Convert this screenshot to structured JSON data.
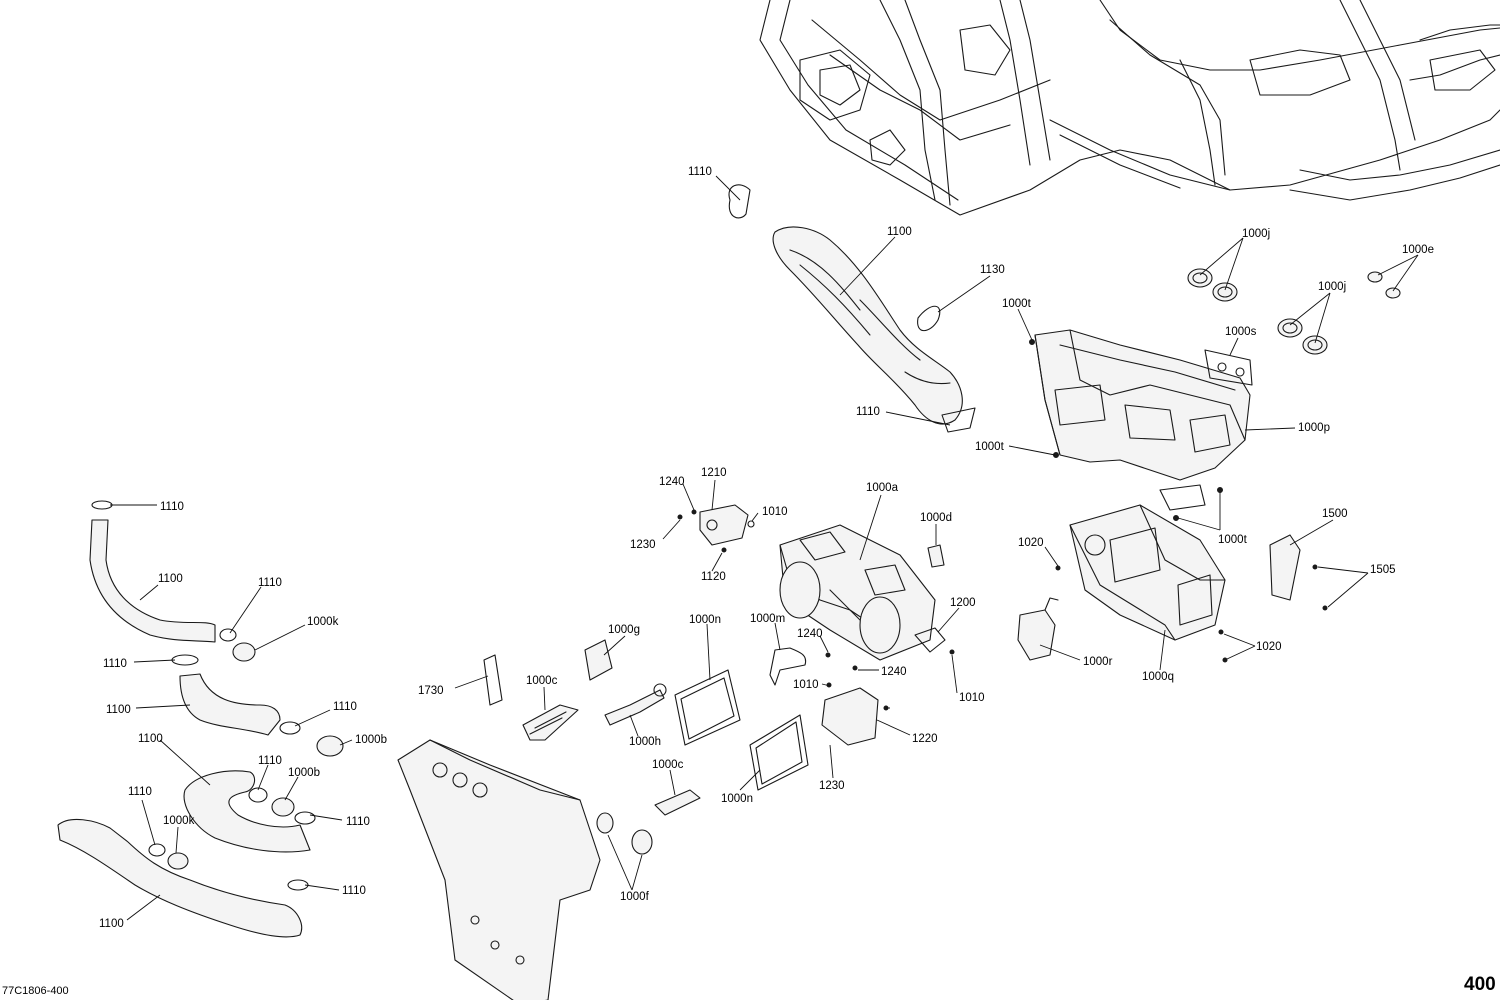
{
  "document": {
    "drawing_code": "77C1806-400",
    "page_number": "400"
  },
  "callouts": [
    "1110",
    "1100",
    "1130",
    "1110",
    "1000j",
    "1000e",
    "1000j",
    "1000t",
    "1000s",
    "1000t",
    "1000p",
    "1240",
    "1210",
    "1010",
    "1230",
    "1120",
    "1000a",
    "1000d",
    "1000t",
    "1020",
    "1500",
    "1505",
    "1200",
    "1000r",
    "1020",
    "1000q",
    "1000m",
    "1240",
    "1240",
    "1010",
    "1010",
    "1220",
    "1230",
    "1000g",
    "1000n",
    "1000n",
    "1730",
    "1000c",
    "1000h",
    "1000c",
    "1000f",
    "1110",
    "1100",
    "1110",
    "1000k",
    "1110",
    "1100",
    "1110",
    "1000b",
    "1100",
    "1110",
    "1000b",
    "1110",
    "1110",
    "1000k",
    "1110",
    "1100"
  ]
}
